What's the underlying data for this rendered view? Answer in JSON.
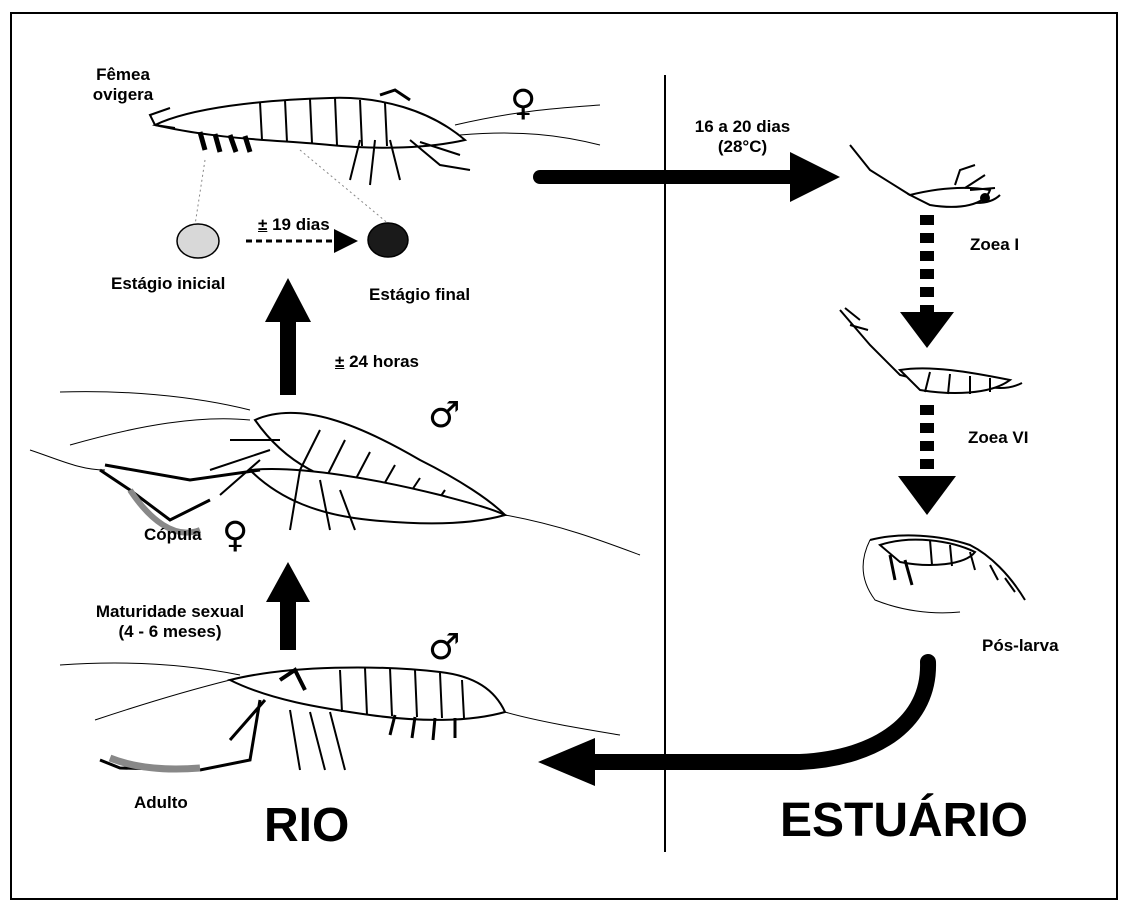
{
  "labels": {
    "femea_line1": "Fêmea",
    "femea_line2": "ovigera",
    "dias19_pm": "±",
    "dias19": " 19 dias",
    "estagio_inicial": "Estágio inicial",
    "estagio_final": "Estágio final",
    "horas24_pm": "±",
    "horas24": " 24 horas",
    "copula": "Cópula",
    "maturidade_line1": "Maturidade sexual",
    "maturidade_line2": "(4 - 6 meses)",
    "adulto": "Adulto",
    "dias16_line1": "16 a 20 dias",
    "dias16_line2": "(28°C)",
    "zoea1": "Zoea I",
    "zoea6": "Zoea VI",
    "pos_larva": "Pós-larva",
    "rio": "RIO",
    "estuario": "ESTUÁRIO"
  },
  "symbols": {
    "female": "♀",
    "male": "♂"
  },
  "colors": {
    "ink": "#000000",
    "egg_initial": "#d8d8d8",
    "egg_final": "#1a1a1a",
    "background": "#ffffff"
  }
}
